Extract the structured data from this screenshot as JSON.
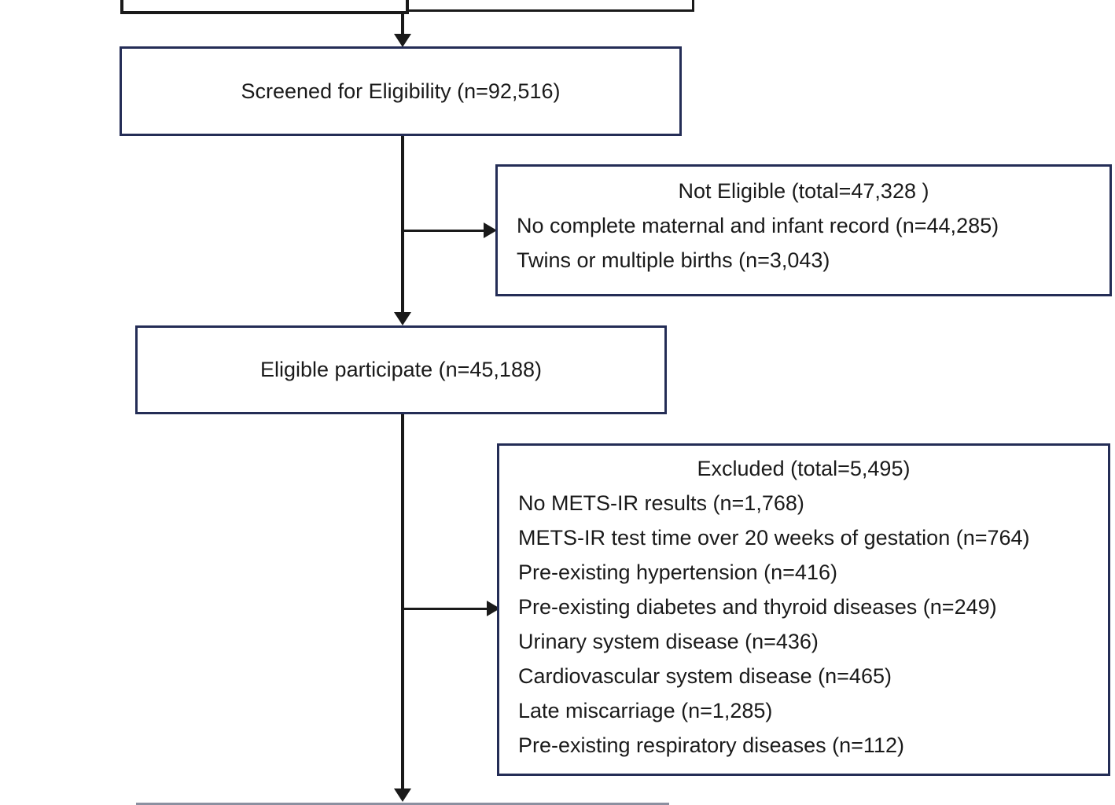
{
  "flowchart": {
    "screened": {
      "label": "Screened for Eligibility (n=92,516)"
    },
    "not_eligible": {
      "title": "Not Eligible (total=47,328 )",
      "items": [
        "No complete maternal and infant record (n=44,285)",
        "Twins or multiple births (n=3,043)"
      ]
    },
    "eligible": {
      "label": "Eligible participate (n=45,188)"
    },
    "excluded": {
      "title": "Excluded (total=5,495)",
      "items": [
        "No METS-IR results (n=1,768)",
        "METS-IR test time over 20 weeks of gestation (n=764)",
        "Pre-existing hypertension (n=416)",
        "Pre-existing diabetes and thyroid diseases (n=249)",
        "Urinary system disease (n=436)",
        "Cardiovascular system disease (n=465)",
        "Late miscarriage (n=1,285)",
        "Pre-existing respiratory diseases (n=112)"
      ]
    },
    "colors": {
      "box_border": "#242d56",
      "top_box_border": "#1a1a1a",
      "connector": "#1a1a1a",
      "text": "#1a1a1a"
    }
  }
}
